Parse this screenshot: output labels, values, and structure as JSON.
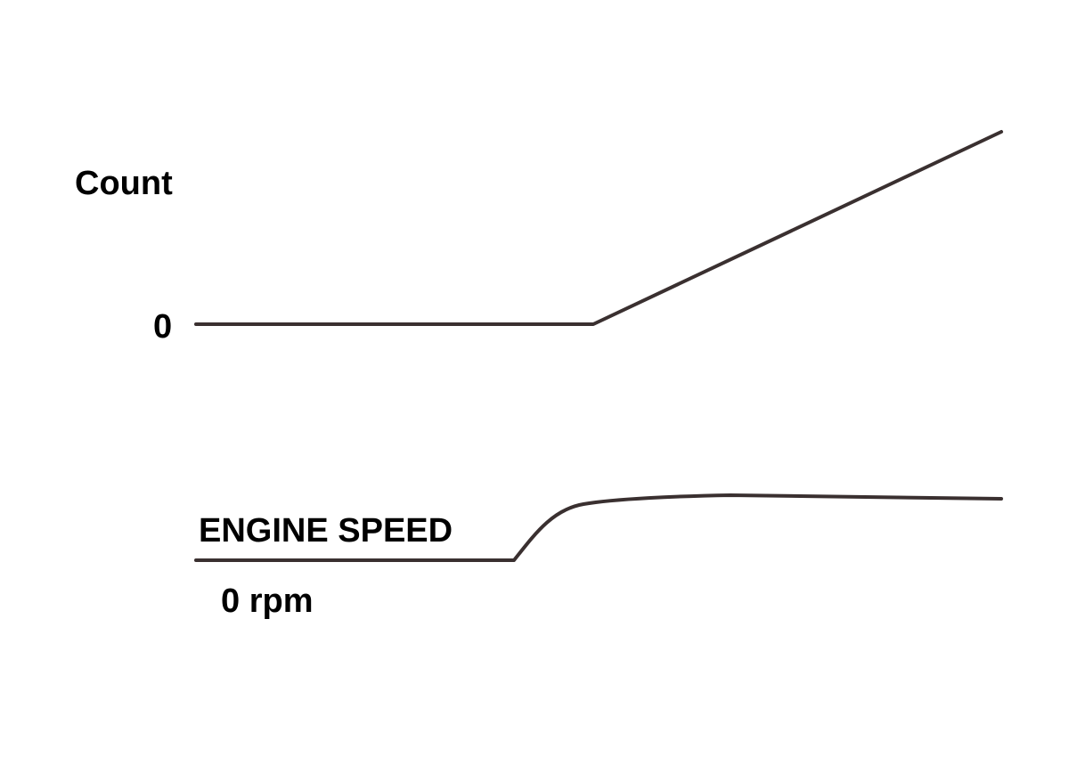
{
  "diagram": {
    "count_label": "Count",
    "count_zero_label": "0",
    "engine_speed_label": "ENGINE SPEED",
    "rpm_zero_label": "0 rpm",
    "line_color": "#3a3030"
  }
}
